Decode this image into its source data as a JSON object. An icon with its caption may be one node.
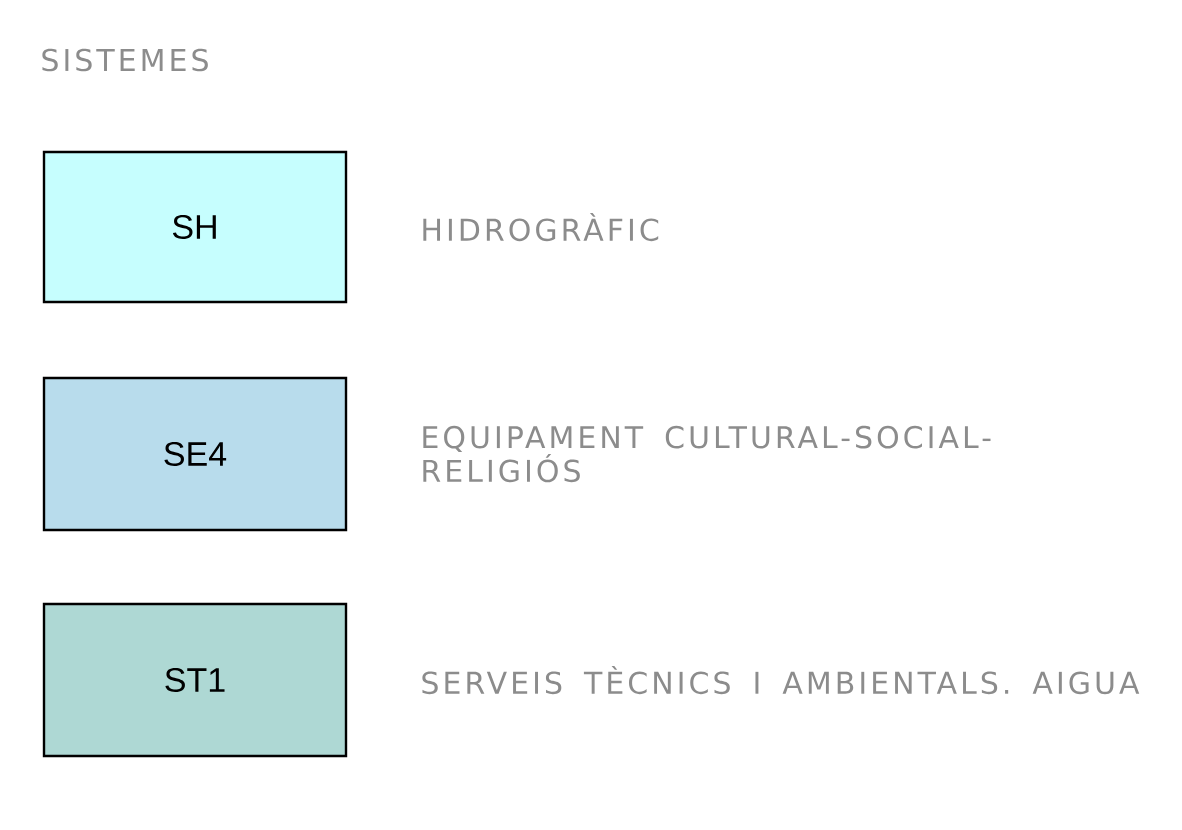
{
  "diagram": {
    "title": "SISTEMES",
    "labels": [
      "SH",
      "SE4",
      "ST1"
    ],
    "legend": [
      {
        "text": "HIDROGRÀFIC",
        "color": "#c6fefe"
      },
      {
        "text": "EQUIPAMENT CULTURAL-SOCIAL-RELIGIÓS",
        "color": "#b8dcec"
      },
      {
        "text": "SERVEIS TÈCNICS I AMBIENTALS. AIGUA",
        "color": "#aed8d4"
      }
    ]
  }
}
